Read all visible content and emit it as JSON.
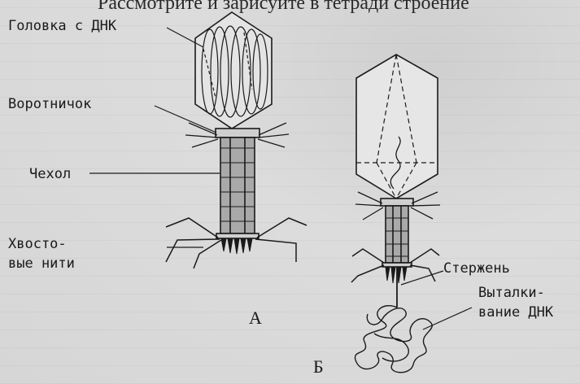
{
  "header_text": "Рассмотрите и зарисуйте в тетради строение",
  "labels": {
    "head": "Головка с ДНК",
    "collar": "Воротничок",
    "sheath": "Чехол",
    "tail_fibers_line1": "Хвосто-",
    "tail_fibers_line2": "вые нити",
    "rod": "Стержень",
    "ejection_line1": "Выталки-",
    "ejection_line2": "вание ДНК"
  },
  "figure_letters": {
    "a": "А",
    "b": "Б"
  },
  "colors": {
    "ink": "#1a1a1a",
    "head_fill": "#e4e4e4",
    "sheath_fill": "#a9a9a9",
    "background": "#d9d9d9"
  }
}
